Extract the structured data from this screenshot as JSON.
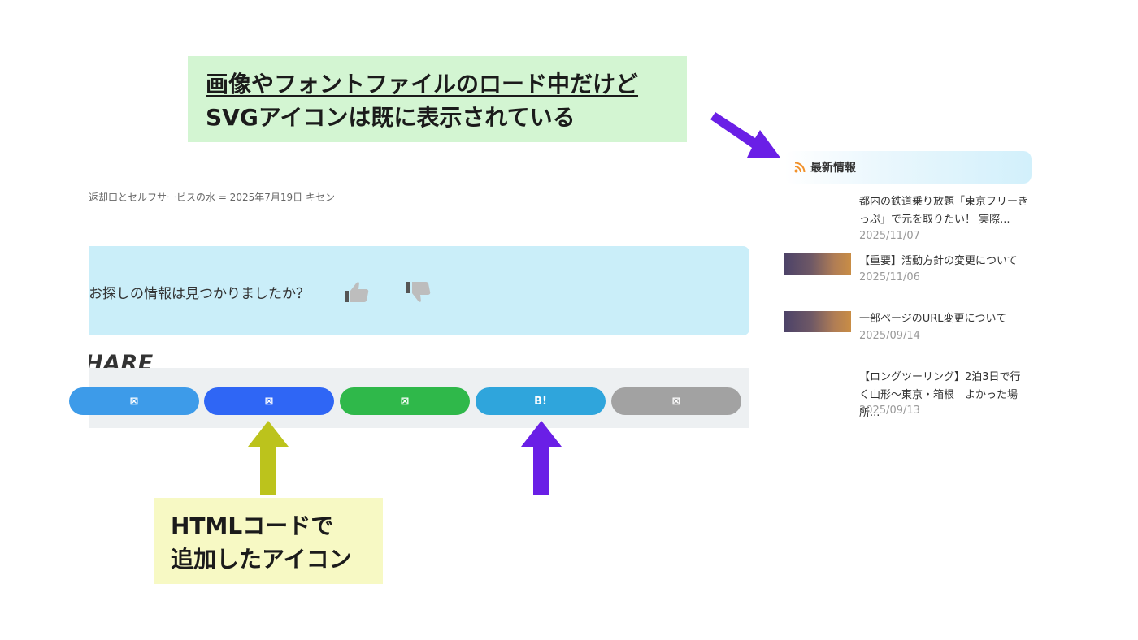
{
  "annotations": {
    "top_note": {
      "line1": "画像やフォントファイルのロード中だけど",
      "line2": "SVGアイコンは既に表示されている"
    },
    "bottom_note": {
      "line1": "HTMLコードで",
      "line2": "追加したアイコン"
    },
    "arrow_colors": {
      "sidebar_arrow": "#6a1fe6",
      "green_arrow": "#bcc31c",
      "purple_arrow": "#6a1fe6"
    }
  },
  "article": {
    "breadcrumb": "返却口とセルフサービスの水 = 2025年7月19日 キセン",
    "feedback": {
      "question": "お探しの情報は見つかりましたか？",
      "like_icon": "thumbs-up-icon",
      "dislike_icon": "thumbs-down-icon"
    },
    "share": {
      "title": "HARE",
      "buttons": [
        {
          "name": "share-button-1",
          "label": "⊠",
          "color": "#3d9be9"
        },
        {
          "name": "share-button-2",
          "label": "⊠",
          "color": "#2f66f5"
        },
        {
          "name": "share-button-3",
          "label": "⊠",
          "color": "#2fb84a"
        },
        {
          "name": "share-button-hatena",
          "label": "B!",
          "color": "#2fa5dc"
        },
        {
          "name": "share-button-5",
          "label": "⊠",
          "color": "#a2a2a2"
        }
      ]
    }
  },
  "sidebar": {
    "heading": "最新情報",
    "heading_icon": "rss-icon",
    "posts": [
      {
        "title": "都内の鉄道乗り放題「東京フリーきっぷ」で元を取りたい！ 実際...",
        "date": "2025/11/07",
        "has_thumb": false
      },
      {
        "title": "【重要】活動方針の変更について",
        "date": "2025/11/06",
        "has_thumb": true
      },
      {
        "title": "一部ページのURL変更について",
        "date": "2025/09/14",
        "has_thumb": true
      },
      {
        "title": "【ロングツーリング】2泊3日で行く山形～東京・箱根　よかった場所...",
        "date": "2025/09/13",
        "has_thumb": false
      }
    ]
  }
}
